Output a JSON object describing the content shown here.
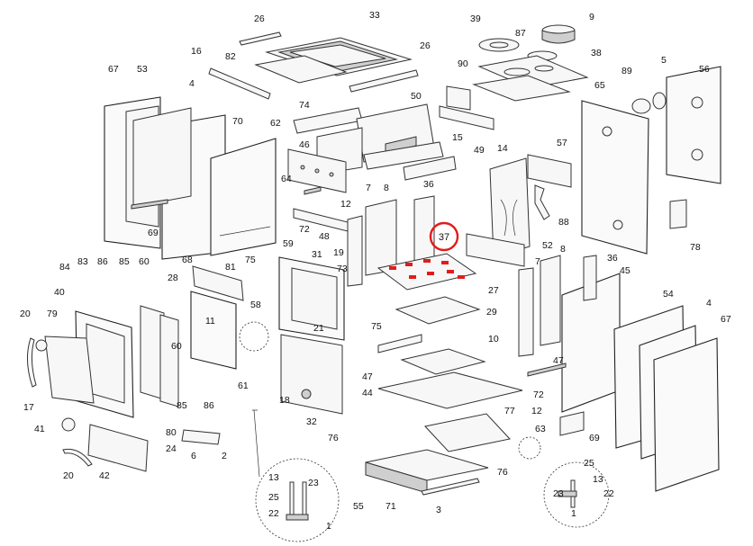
{
  "highlight": {
    "label": "37",
    "color": "#e31b1b"
  },
  "labels": [
    "26",
    "33",
    "39",
    "9",
    "87",
    "16",
    "82",
    "26",
    "38",
    "90",
    "67",
    "53",
    "4",
    "74",
    "50",
    "89",
    "5",
    "56",
    "65",
    "70",
    "62",
    "15",
    "46",
    "14",
    "57",
    "49",
    "64",
    "7",
    "8",
    "36",
    "12",
    "72",
    "69",
    "48",
    "88",
    "78",
    "52",
    "59",
    "19",
    "31",
    "73",
    "75",
    "81",
    "68",
    "28",
    "60",
    "85",
    "86",
    "83",
    "84",
    "40",
    "20",
    "79",
    "11",
    "58",
    "21",
    "75",
    "27",
    "8",
    "7",
    "36",
    "45",
    "54",
    "4",
    "67",
    "29",
    "10",
    "47",
    "44",
    "47",
    "72",
    "12",
    "60",
    "61",
    "86",
    "85",
    "17",
    "18",
    "32",
    "76",
    "41",
    "80",
    "24",
    "6",
    "2",
    "20",
    "42",
    "77",
    "63",
    "69",
    "55",
    "71",
    "3",
    "76",
    "13",
    "25",
    "23",
    "22",
    "1",
    "25",
    "13",
    "23",
    "22",
    "1"
  ]
}
